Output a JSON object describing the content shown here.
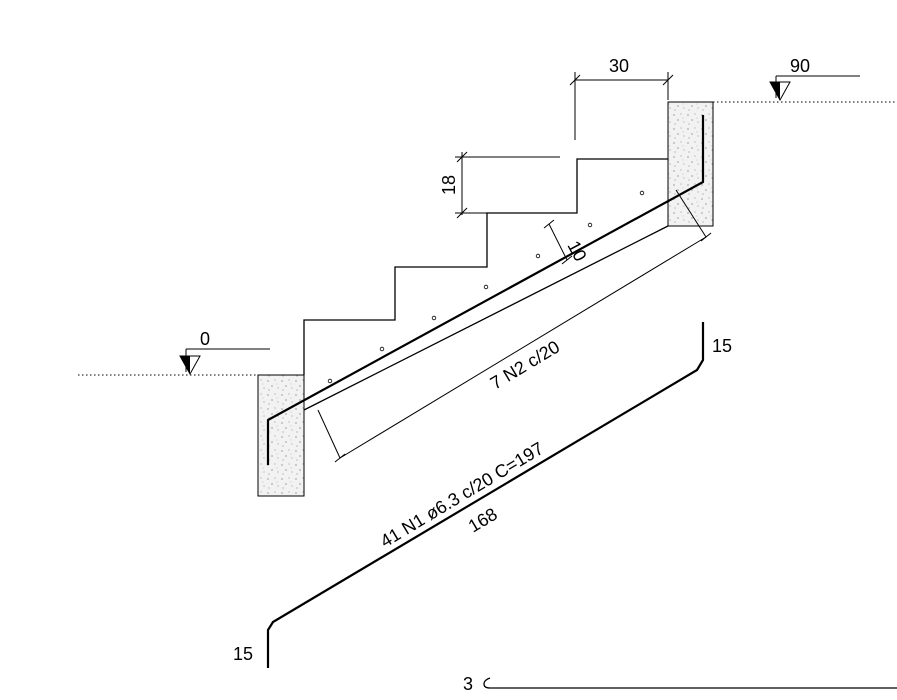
{
  "levels": {
    "bottom": "0",
    "top": "90"
  },
  "dimensions": {
    "tread": "30",
    "riser": "18",
    "slab_thickness": "10",
    "rebar_n2": "7 N2 c/20"
  },
  "rebar_n1": {
    "label": "41 N1 ø6.3 c/20 C=197",
    "length": "168",
    "hook_top": "15",
    "hook_bottom": "15",
    "bottom_bar_hook": "3"
  }
}
